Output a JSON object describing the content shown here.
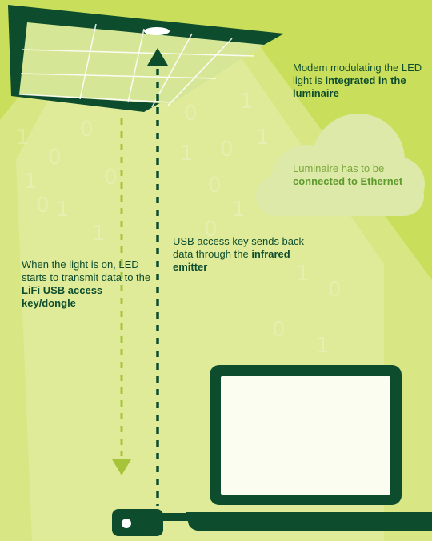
{
  "labels": {
    "modem": {
      "pre": "Modem modulating the LED light is ",
      "bold": "integrated in the luminaire",
      "post": ""
    },
    "ethernet": {
      "pre": "Luminaire has to be ",
      "bold": "connected to Ethernet",
      "post": ""
    },
    "uplink": {
      "pre": "USB access key sends back data through the ",
      "bold": "infrared emitter",
      "post": ""
    },
    "downlink": {
      "pre": "When the light is on, LED starts to transmit data to the ",
      "bold": "LiFi USB access key/dongle",
      "post": ""
    }
  },
  "binary_digits": [
    "1",
    "0",
    "0",
    "1",
    "0",
    "1",
    "1",
    "0",
    "1",
    "0",
    "0",
    "1",
    "0",
    "1",
    "0",
    "1",
    "1",
    "0",
    "0",
    "1"
  ],
  "colors": {
    "background": "#c9de5a",
    "dark_green": "#0d4d2e",
    "light_beam": "#e4eea6",
    "cloud": "#dde9a8",
    "screen": "#fbfdf0"
  },
  "icons": [
    "luminaire-icon",
    "cloud-icon",
    "laptop-icon",
    "usb-dongle-icon",
    "arrow-up-icon",
    "arrow-down-icon"
  ]
}
